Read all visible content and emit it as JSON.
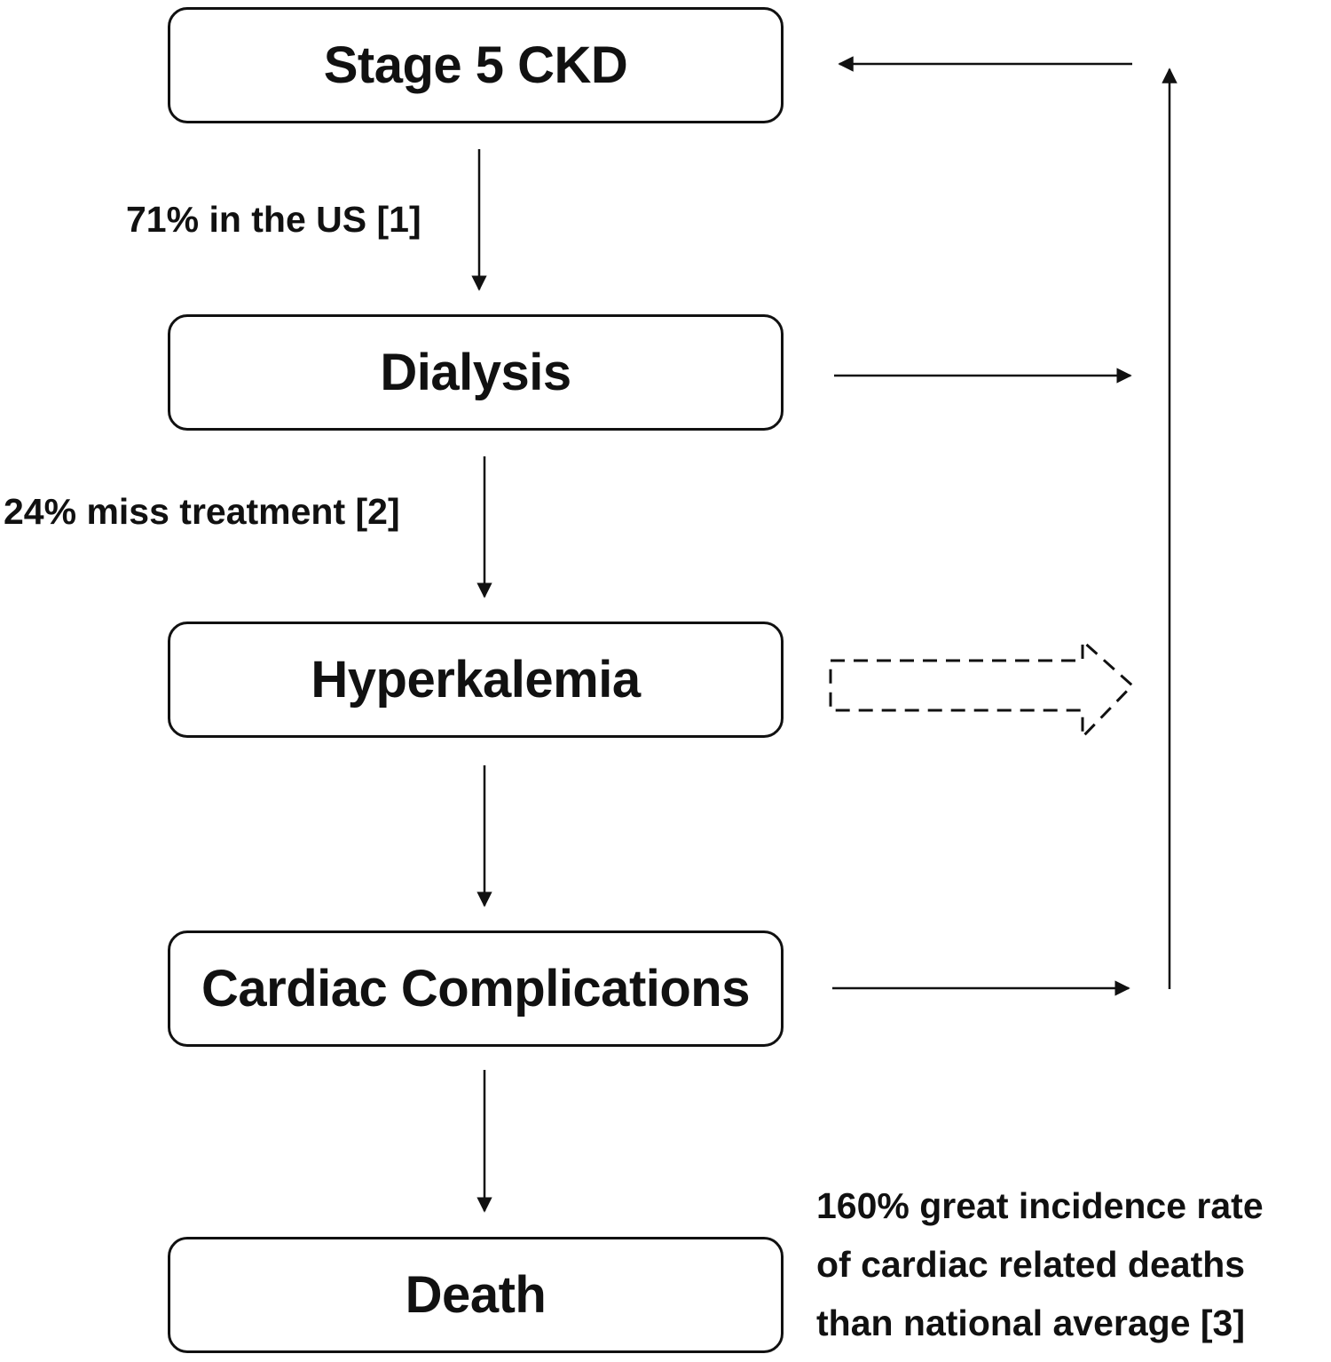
{
  "nodes": {
    "stage5": "Stage 5 CKD",
    "dialysis": "Dialysis",
    "hyperkalemia": "Hyperkalemia",
    "cardiac": "Cardiac Complications",
    "death": "Death"
  },
  "edge_labels": {
    "stage5_to_dialysis": "71% in the US [1]",
    "dialysis_to_hyperkalemia": "24% miss treatment [2]"
  },
  "death_note": {
    "line1": "160% great incidence rate",
    "line2": "of cardiac related deaths",
    "line3": "than national average [3]"
  }
}
